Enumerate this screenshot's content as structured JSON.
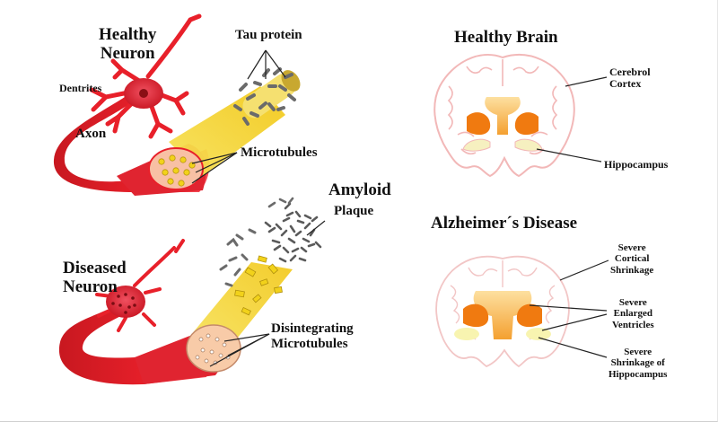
{
  "healthy_neuron": {
    "title_line1": "Healthy",
    "title_line2": "Neuron",
    "dendrites": "Dentrites",
    "axon": "Axon",
    "tau_protein": "Tau protein",
    "microtubules": "Microtubules"
  },
  "diseased_neuron": {
    "title_line1": "Diseased",
    "title_line2": "Neuron",
    "amyloid": "Amyloid",
    "plaque": "Plaque",
    "disintegrating_line1": "Disintegrating",
    "disintegrating_line2": "Microtubules"
  },
  "healthy_brain": {
    "title": "Healthy Brain",
    "cortex_line1": "Cerebrol",
    "cortex_line2": "Cortex",
    "hippocampus": "Hippocampus"
  },
  "alzheimers": {
    "title": "Alzheimer´s Disease",
    "cortical_line1": "Severe",
    "cortical_line2": "Cortical",
    "cortical_line3": "Shrinkage",
    "ventricles_line1": "Severe",
    "ventricles_line2": "Enlarged",
    "ventricles_line3": "Ventricles",
    "hippo_line1": "Severe",
    "hippo_line2": "Shrinkage of",
    "hippo_line3": "Hippocampus"
  },
  "colors": {
    "neuron_red": "#e8202a",
    "neuron_dark": "#a8121a",
    "beam_yellow": "#f2d21a",
    "axon_pink": "#f6b49a",
    "tau_grey": "#6b6b6b",
    "brain_outline": "#f2b8b8",
    "ventricle_orange": "#f07a10",
    "hippocampus_yellow": "#f6f0a0"
  }
}
